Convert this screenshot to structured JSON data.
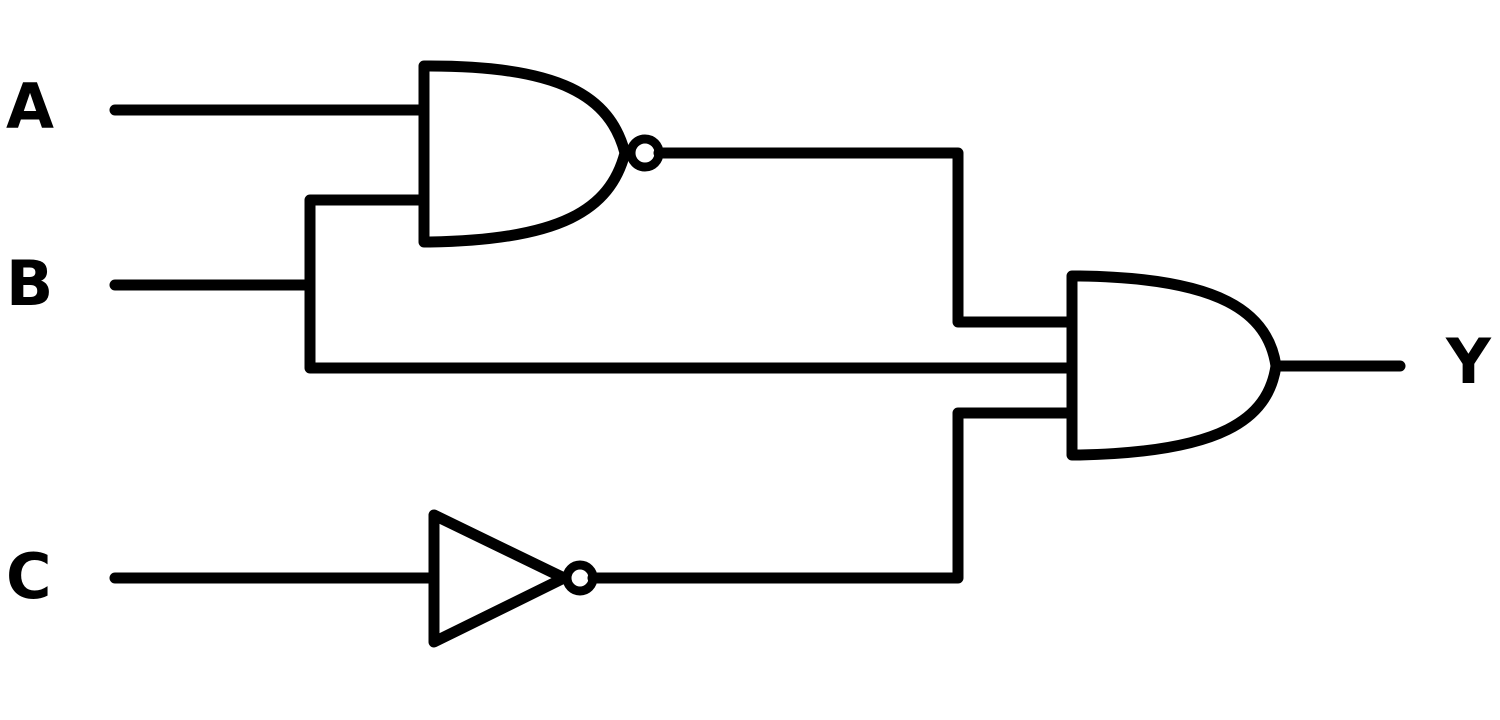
{
  "diagram": {
    "type": "logic-circuit",
    "inputs": [
      {
        "id": "A",
        "label": "A"
      },
      {
        "id": "B",
        "label": "B"
      },
      {
        "id": "C",
        "label": "C"
      }
    ],
    "output": {
      "id": "Y",
      "label": "Y"
    },
    "gates": [
      {
        "id": "g1",
        "type": "NAND",
        "inputs": [
          "A",
          "B"
        ]
      },
      {
        "id": "g2",
        "type": "NOT",
        "inputs": [
          "C"
        ]
      },
      {
        "id": "g3",
        "type": "AND",
        "inputs": [
          "g1",
          "B",
          "g2"
        ],
        "output": "Y"
      }
    ],
    "stroke_color": "#000000",
    "background": "#ffffff"
  }
}
